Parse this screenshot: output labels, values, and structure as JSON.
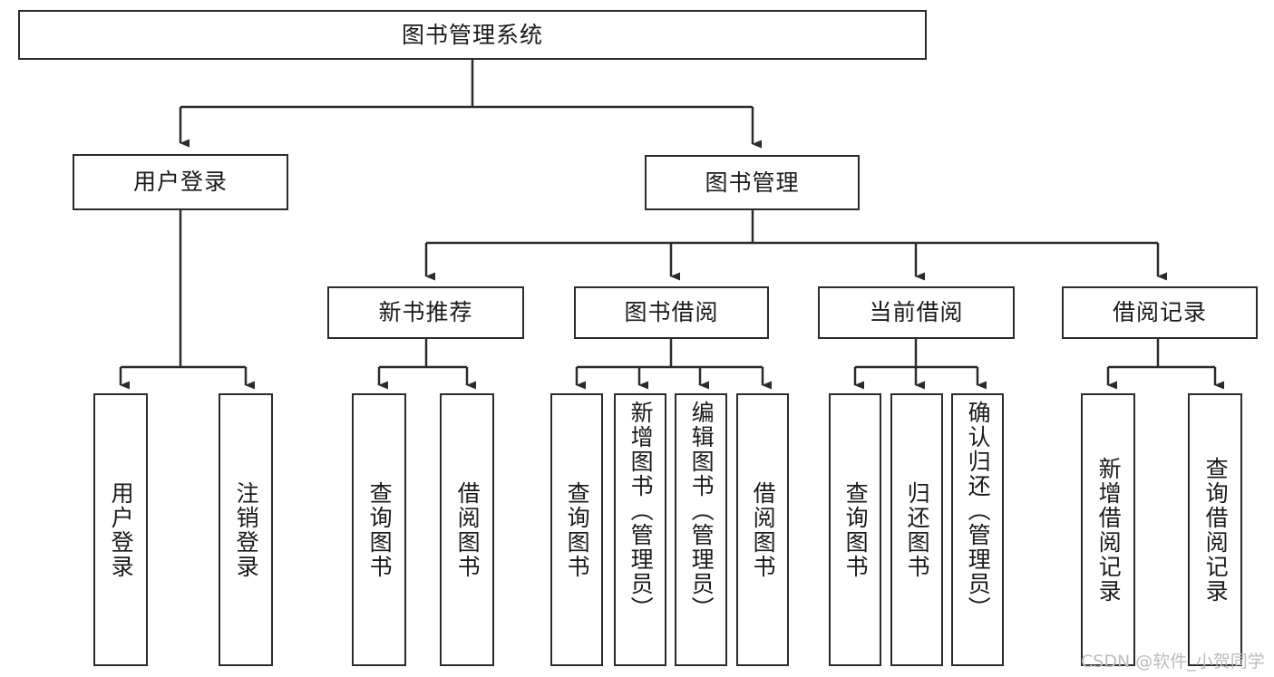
{
  "diagram": {
    "title": "图书管理系统",
    "type": "tree",
    "orientation": "top-down",
    "colors": {
      "stroke": "#2b2b2b",
      "fill": "#ffffff",
      "text": "#1a1a1a",
      "watermark": "#b9bcc0",
      "background": "#ffffff"
    }
  },
  "nodes": {
    "root": {
      "label": "图书管理系统",
      "level": 1
    },
    "level2": [
      {
        "id": "user-login",
        "label": "用户登录"
      },
      {
        "id": "book-manage",
        "label": "图书管理"
      }
    ],
    "level3": [
      {
        "id": "new-book-rec",
        "label": "新书推荐"
      },
      {
        "id": "book-borrow",
        "label": "图书借阅"
      },
      {
        "id": "current-borrow",
        "label": "当前借阅"
      },
      {
        "id": "borrow-record",
        "label": "借阅记录"
      }
    ],
    "leaves": {
      "user-login": [
        {
          "id": "leaf-user-login",
          "label": "用户登录"
        },
        {
          "id": "leaf-logout",
          "label": "注销登录"
        }
      ],
      "new-book-rec": [
        {
          "id": "leaf-query-book-1",
          "label": "查询图书"
        },
        {
          "id": "leaf-borrow-book-1",
          "label": "借阅图书"
        }
      ],
      "book-borrow": [
        {
          "id": "leaf-query-book-2",
          "label": "查询图书"
        },
        {
          "id": "leaf-add-book",
          "label": "新增图书（管理员）"
        },
        {
          "id": "leaf-edit-book",
          "label": "编辑图书（管理员）"
        },
        {
          "id": "leaf-borrow-book-2",
          "label": "借阅图书"
        }
      ],
      "current-borrow": [
        {
          "id": "leaf-query-book-3",
          "label": "查询图书"
        },
        {
          "id": "leaf-return-book",
          "label": "归还图书"
        },
        {
          "id": "leaf-confirm-return",
          "label": "确认归还（管理员）"
        }
      ],
      "borrow-record": [
        {
          "id": "leaf-add-record",
          "label": "新增借阅记录"
        },
        {
          "id": "leaf-query-record",
          "label": "查询借阅记录"
        }
      ]
    }
  },
  "watermark": {
    "text": "CSDN @软件_小贺同学"
  }
}
